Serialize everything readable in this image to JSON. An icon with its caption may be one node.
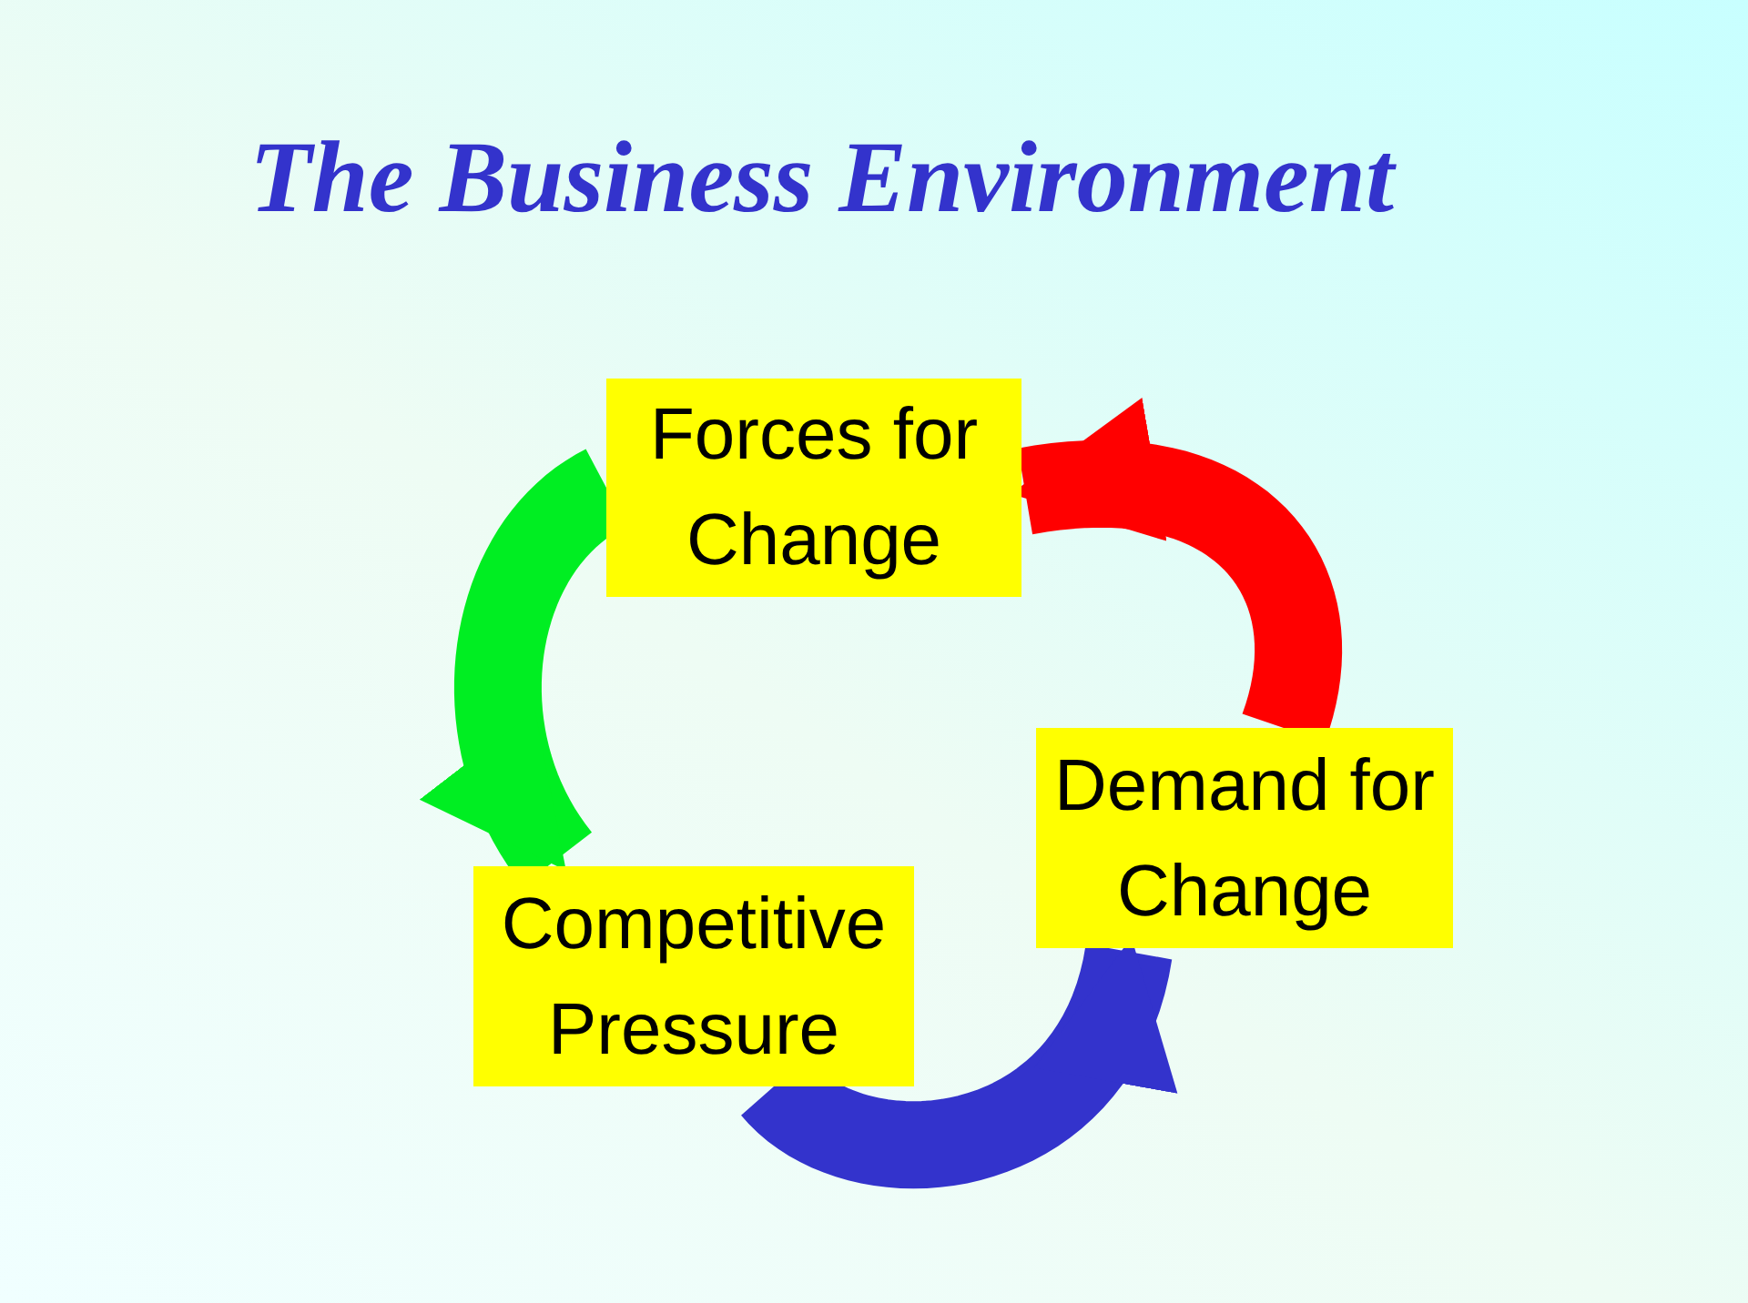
{
  "diagram": {
    "title": "The Business Environment",
    "nodes": [
      {
        "text": [
          "Forces for Change"
        ]
      },
      {
        "text": [
          "Competitive Pressure"
        ]
      },
      {
        "text": [
          "Demand for Change"
        ]
      }
    ],
    "edges": [
      {
        "from": 0,
        "to": 1,
        "arrow": "to",
        "color": "#00ee22"
      },
      {
        "from": 1,
        "to": 2,
        "arrow": "to",
        "color": "#3333cc"
      },
      {
        "from": 2,
        "to": 0,
        "arrow": "to",
        "color": "#ff0000"
      }
    ]
  }
}
